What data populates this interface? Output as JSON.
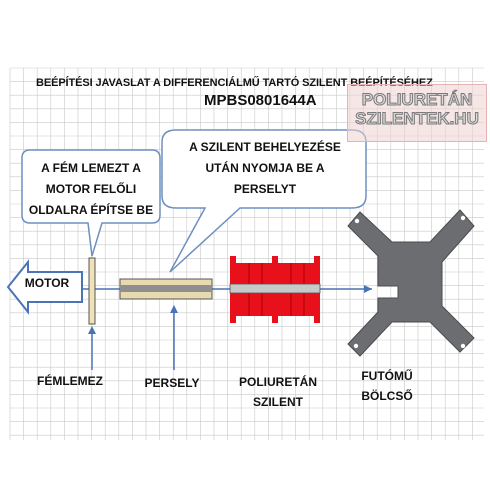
{
  "title": {
    "line1": "BEÉPÍTÉSI JAVASLAT A DIFFERENCIÁLMŰ TARTÓ SZILENT BEÉPÍTÉSÉHEZ",
    "line2": "MPBS0801644A"
  },
  "watermark": {
    "line1": "POLIURETÁN",
    "line2": "SZILENTEK.HU"
  },
  "callouts": [
    {
      "lines": [
        "A FÉM LEMEZT A",
        "MOTOR FELŐLI",
        "OLDALRA ÉPÍTSE BE"
      ]
    },
    {
      "lines": [
        "A SZILENT BEHELYEZÉSE",
        "UTÁN NYOMJA BE A",
        "PERSELYT"
      ]
    }
  ],
  "motor_label": "MOTOR",
  "labels": {
    "femlemez": [
      "FÉMLEMEZ"
    ],
    "persely": [
      "PERSELY"
    ],
    "poliuretan": [
      "POLIURETÁN",
      "SZILENT"
    ],
    "futomu": [
      "FUTÓMŰ",
      "BÖLCSŐ"
    ]
  },
  "colors": {
    "grid": "#c9c9c9",
    "bubble_border": "#6e8fbf",
    "arrow_blue": "#4a74b5",
    "polyurethane_red": "#e8101a",
    "cradle_gray": "#6b6d70",
    "sleeve_tan": "#e8d9b0",
    "plate_tan": "#efe1b8"
  }
}
